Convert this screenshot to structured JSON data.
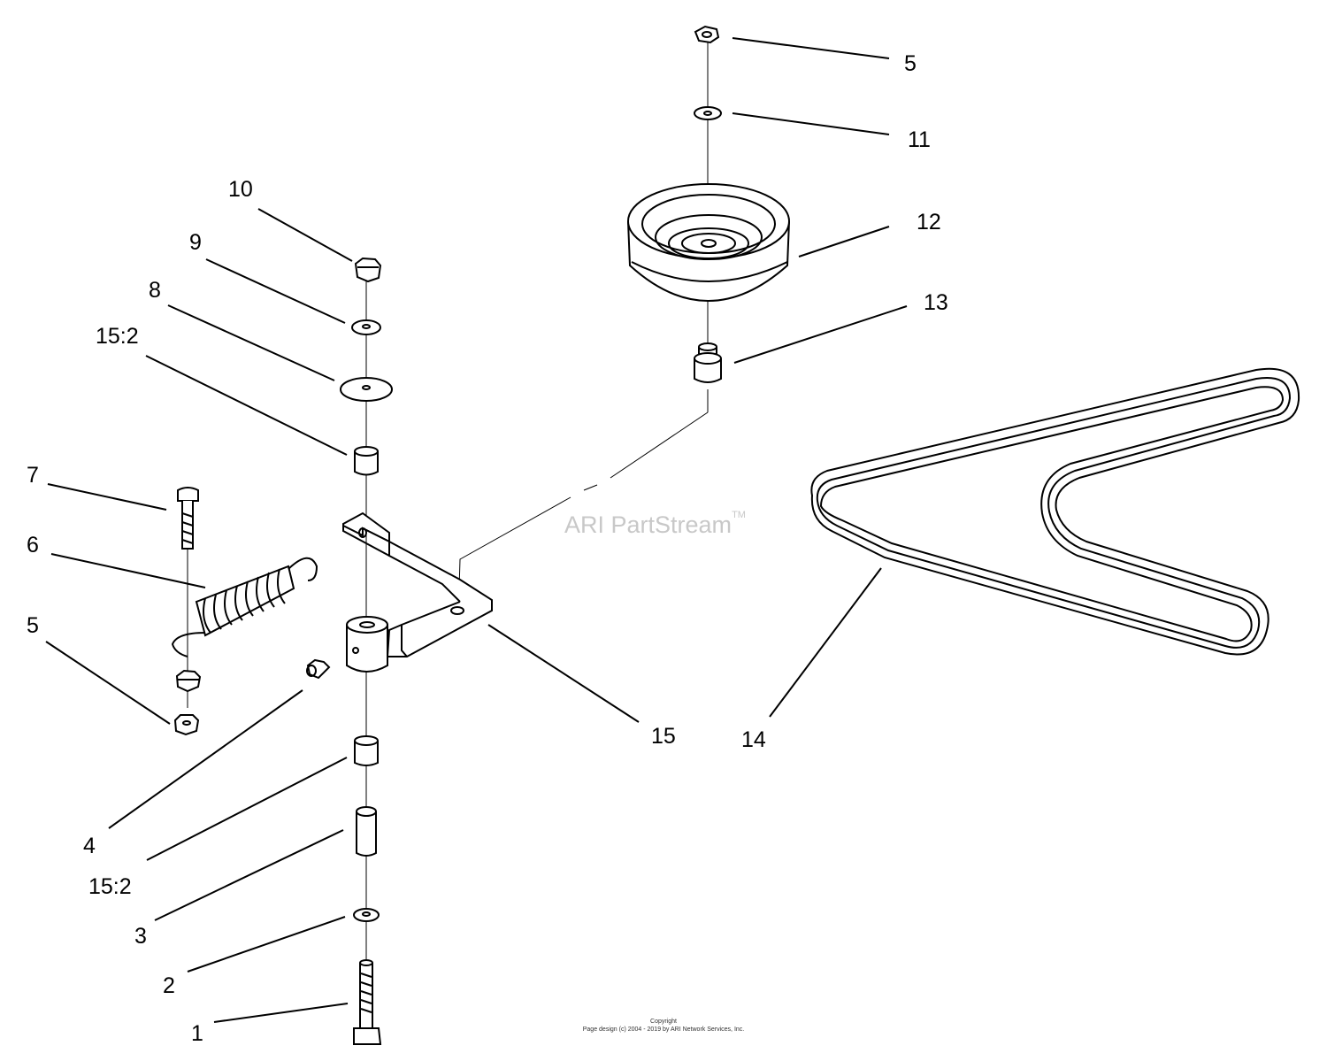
{
  "watermark": {
    "text": "ARI PartStream",
    "mark": "TM"
  },
  "copyright": {
    "line1": "Copyright",
    "line2": "Page design (c) 2004 - 2019 by ARI Network Services, Inc."
  },
  "callouts": {
    "c1": "1",
    "c2": "2",
    "c3": "3",
    "c4": "4",
    "c5_left": "5",
    "c5_top": "5",
    "c6": "6",
    "c7": "7",
    "c8": "8",
    "c9": "9",
    "c10": "10",
    "c11": "11",
    "c12": "12",
    "c13": "13",
    "c14": "14",
    "c15": "15",
    "c15_2_upper": "15:2",
    "c15_2_lower": "15:2"
  }
}
